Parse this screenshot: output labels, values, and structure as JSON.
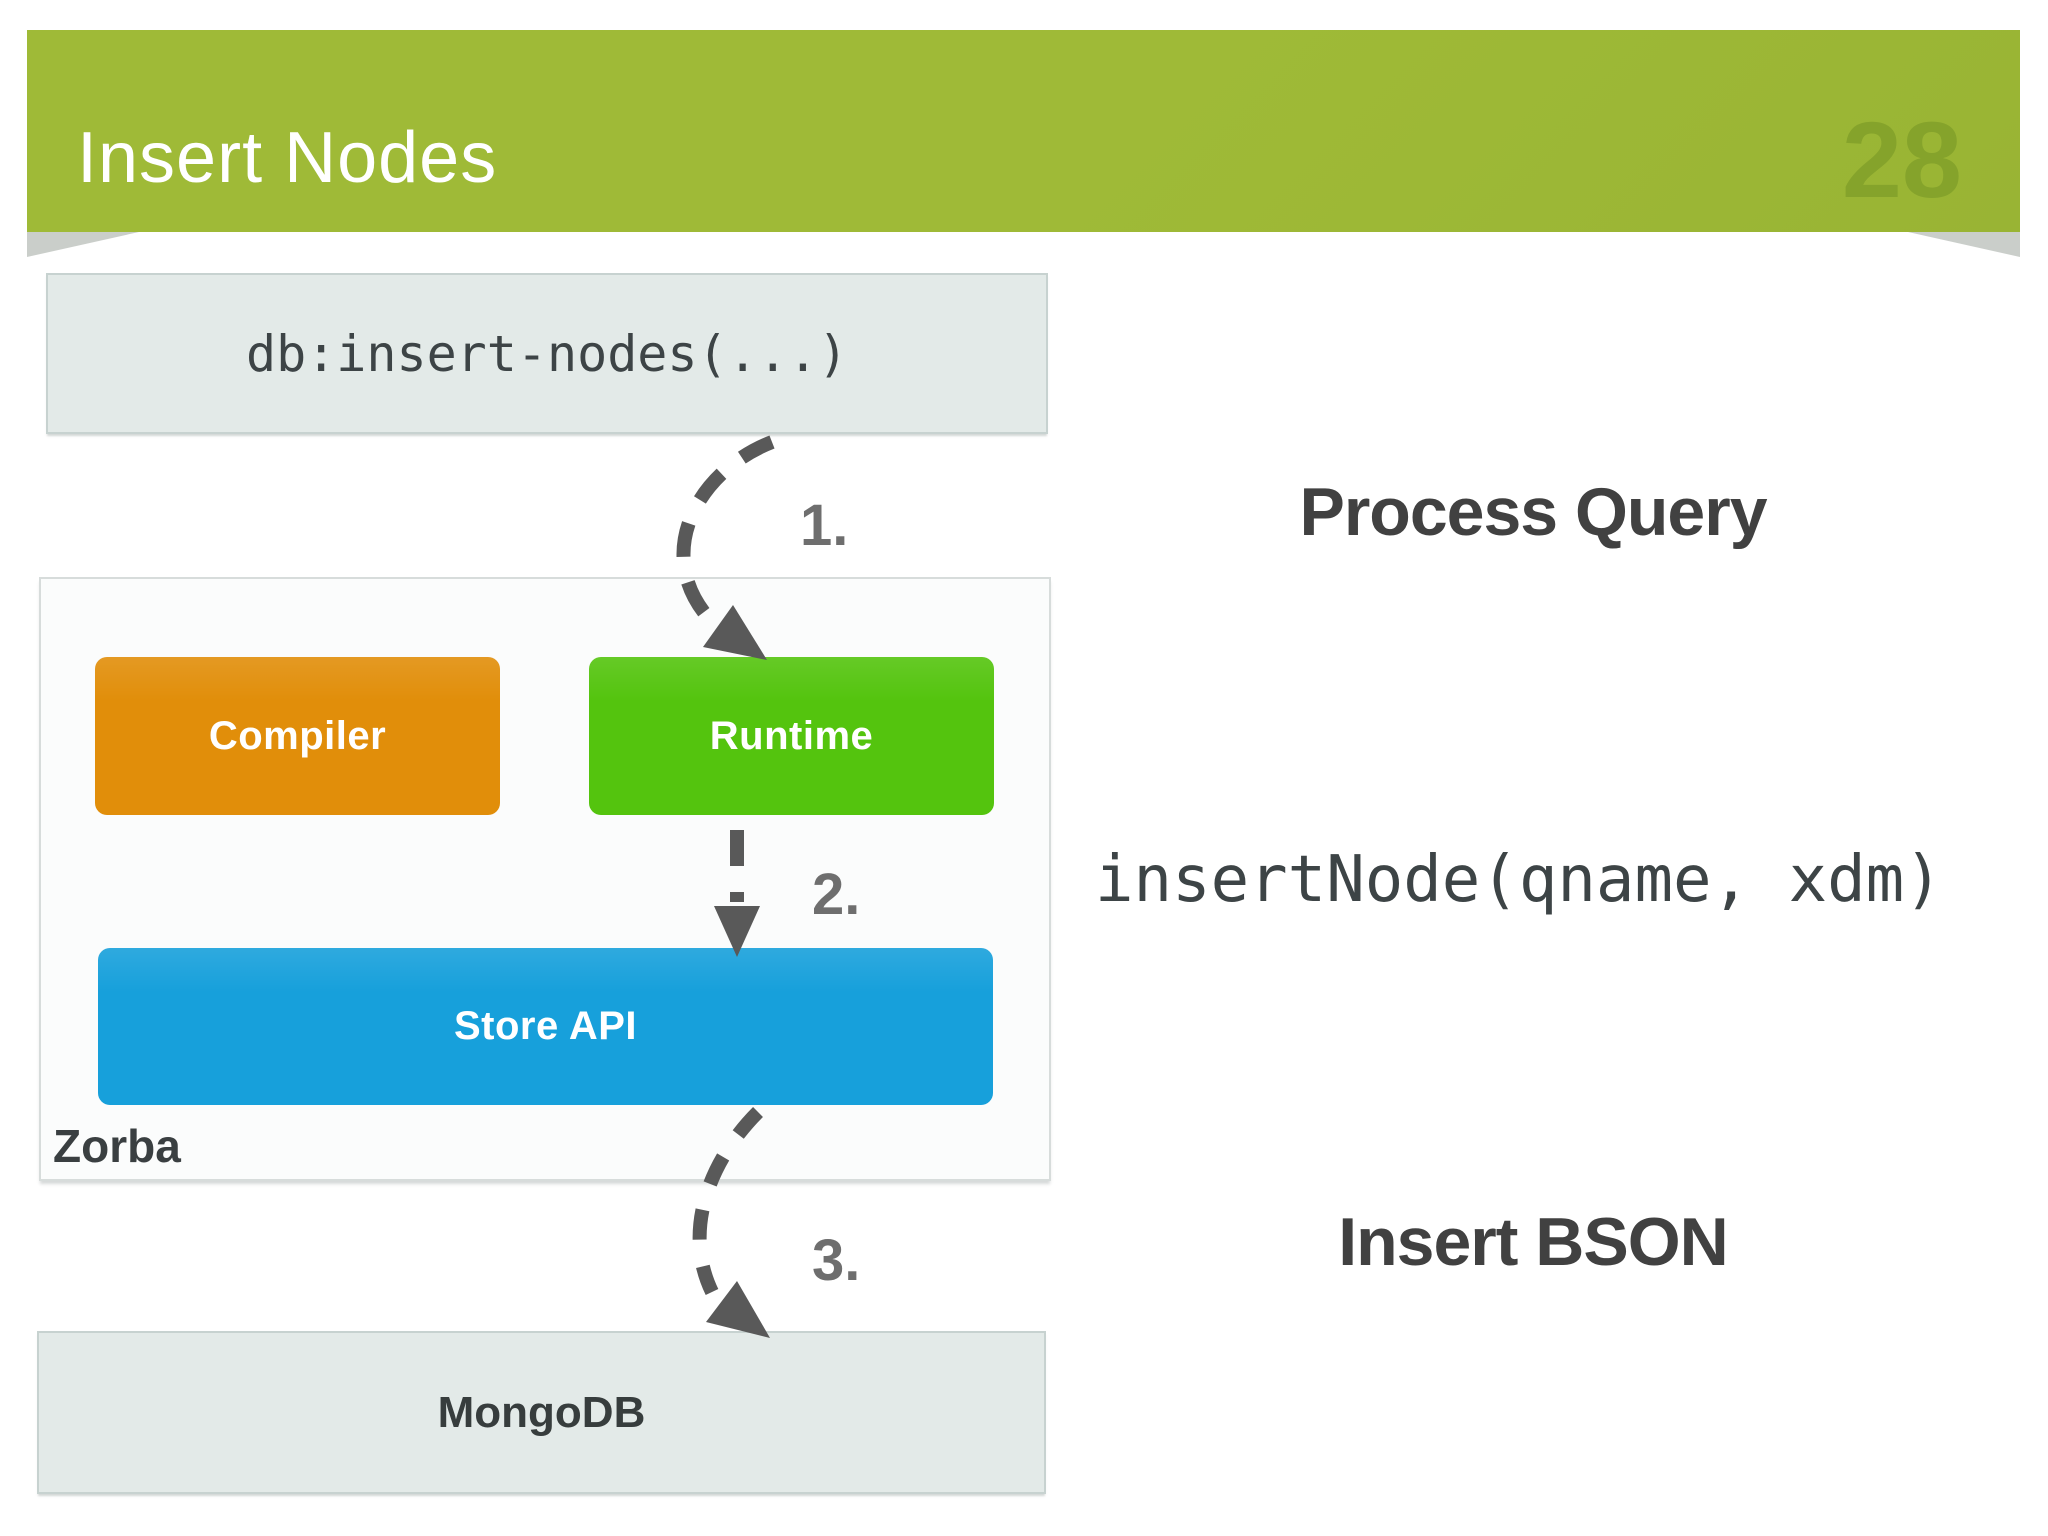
{
  "slide": {
    "title": "Insert Nodes",
    "page_number": "28"
  },
  "diagram": {
    "query_box": {
      "label": "db:insert-nodes(...)"
    },
    "zorba": {
      "label": "Zorba",
      "compiler_label": "Compiler",
      "runtime_label": "Runtime",
      "store_api_label": "Store API"
    },
    "mongodb": {
      "label": "MongoDB"
    },
    "steps": [
      {
        "number": "1.",
        "annotation": "Process Query"
      },
      {
        "number": "2.",
        "annotation": "insertNode(qname, xdm)"
      },
      {
        "number": "3.",
        "annotation": "Insert BSON"
      }
    ]
  },
  "colors": {
    "header-green": "#9fba37",
    "page-number-green": "#85a32b",
    "compiler-orange": "#e18e0a",
    "runtime-green": "#54c40e",
    "store-api-blue": "#17a0db",
    "light-box-fill": "#e3eae8",
    "light-box-border": "#c7d2d0",
    "container-fill": "#fbfcfc",
    "container-border": "#d7dcdb",
    "arrow-gray": "#595959",
    "step-number-gray": "#6e6e6e",
    "annotation-gray": "#414141",
    "code-gray": "#3d4446"
  }
}
